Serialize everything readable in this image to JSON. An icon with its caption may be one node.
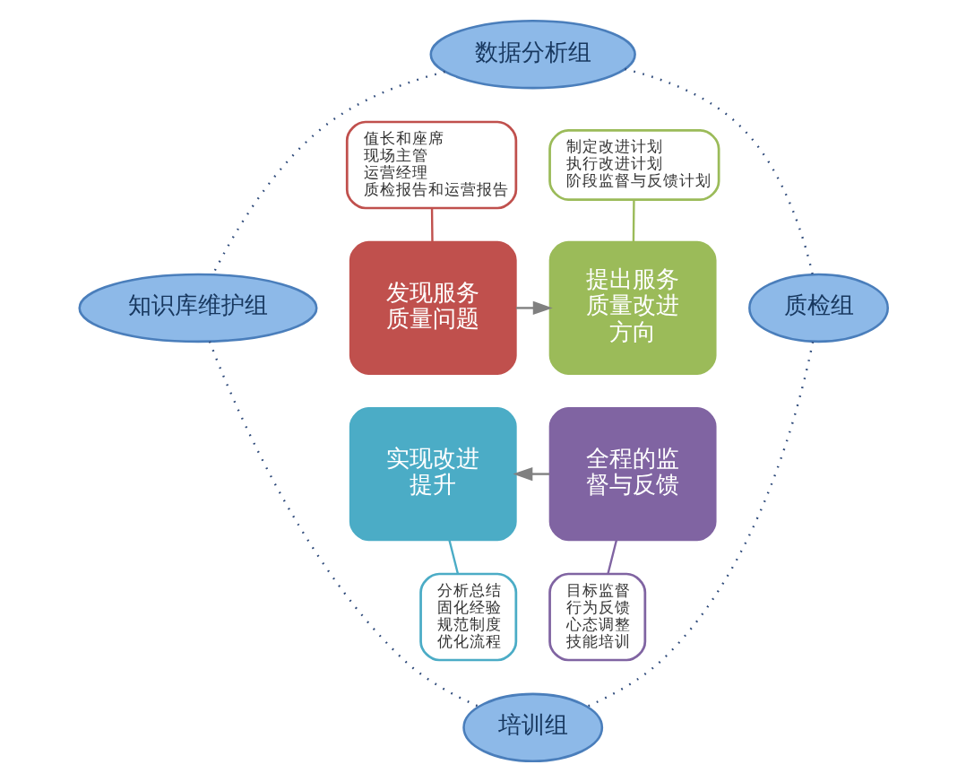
{
  "diagram": {
    "nodes": [
      {
        "text": [
          "数据分析组"
        ]
      },
      {
        "text": [
          "值长和座席",
          "现场主管",
          "运营经理",
          "质检报告和运营报告"
        ]
      },
      {
        "text": [
          "制定改进计划",
          "执行改进计划",
          "阶段监督与反馈计划"
        ]
      },
      {
        "text": [
          "知识库维护组"
        ]
      },
      {
        "text": [
          "发现服务质量问题"
        ]
      },
      {
        "text": [
          "提出服务质量改进方向"
        ]
      },
      {
        "text": [
          "质检组"
        ]
      },
      {
        "text": [
          "实现改进提升"
        ]
      },
      {
        "text": [
          "全程的监督与反馈"
        ]
      },
      {
        "text": [
          "分析总结",
          "固化经验",
          "规范制度",
          "优化流程"
        ]
      },
      {
        "text": [
          "目标监督",
          "行为反馈",
          "心态调整",
          "技能培训"
        ]
      },
      {
        "text": [
          "培训组"
        ]
      }
    ],
    "edges": [
      {
        "from": 0,
        "to": 3,
        "arrow": "none",
        "style": "dashed",
        "color": "#2e4a7a"
      },
      {
        "from": 0,
        "to": 6,
        "arrow": "none",
        "style": "dashed",
        "color": "#2e4a7a"
      },
      {
        "from": 1,
        "to": 4,
        "arrow": "none",
        "color": "#c0504d"
      },
      {
        "from": 2,
        "to": 5,
        "arrow": "none",
        "color": "#9bbb59"
      },
      {
        "from": 4,
        "to": 5,
        "arrow": "to"
      },
      {
        "from": 8,
        "to": 7,
        "arrow": "to"
      },
      {
        "from": 7,
        "to": 9,
        "arrow": "none",
        "color": "#4bacc6"
      },
      {
        "from": 8,
        "to": 10,
        "arrow": "none",
        "color": "#8064a2"
      },
      {
        "from": 3,
        "to": 11,
        "arrow": "none",
        "style": "dashed",
        "color": "#2e4a7a"
      },
      {
        "from": 6,
        "to": 11,
        "arrow": "none",
        "style": "dashed",
        "color": "#2e4a7a"
      }
    ]
  }
}
